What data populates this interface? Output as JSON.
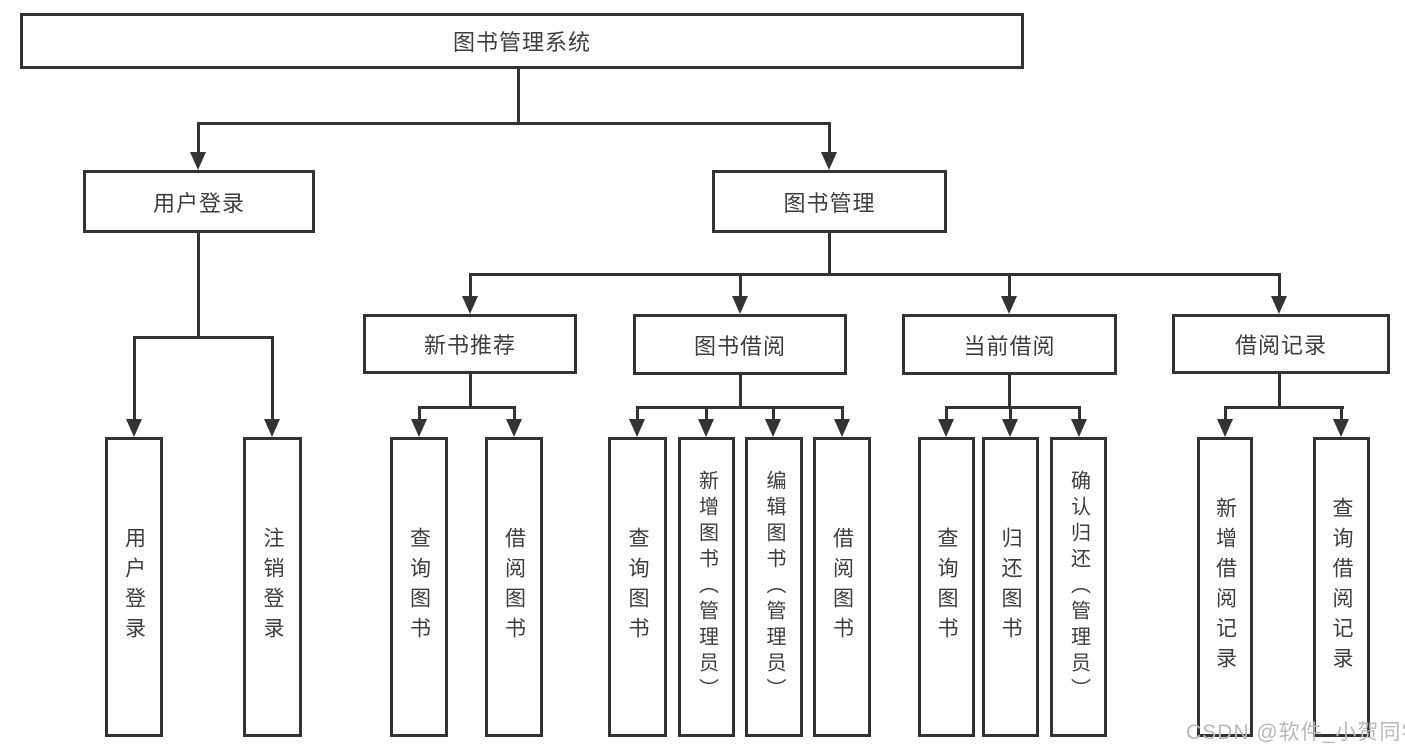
{
  "diagram": {
    "root": {
      "label": "图书管理系统"
    },
    "level2": [
      {
        "label": "用户登录"
      },
      {
        "label": "图书管理"
      }
    ],
    "level3": [
      {
        "label": "新书推荐"
      },
      {
        "label": "图书借阅"
      },
      {
        "label": "当前借阅"
      },
      {
        "label": "借阅记录"
      }
    ],
    "leaves": {
      "user_login": [
        {
          "label": "用户登录"
        },
        {
          "label": "注销登录"
        }
      ],
      "new_book_recommend": [
        {
          "label": "查询图书"
        },
        {
          "label": "借阅图书"
        }
      ],
      "book_borrow": [
        {
          "label": "查询图书"
        },
        {
          "label": "新增图书（管理员）"
        },
        {
          "label": "编辑图书（管理员）"
        },
        {
          "label": "借阅图书"
        }
      ],
      "current_borrow": [
        {
          "label": "查询图书"
        },
        {
          "label": "归还图书"
        },
        {
          "label": "确认归还（管理员）"
        }
      ],
      "borrow_record": [
        {
          "label": "新增借阅记录"
        },
        {
          "label": "查询借阅记录"
        }
      ]
    }
  },
  "watermark": "CSDN @软件_小贺同学",
  "colors": {
    "line": "#333333",
    "text": "#3d3d3d",
    "watermark": "#b8b8b8",
    "background": "#ffffff"
  }
}
